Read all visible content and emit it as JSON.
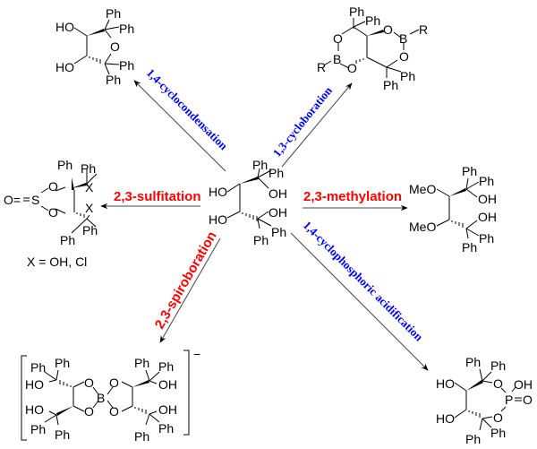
{
  "title": "Reaction scheme of tetraphenyl threitol diol derivatizations",
  "colors": {
    "red_label": "#ff0000",
    "blue_label": "#0000ff",
    "bond": "#000000",
    "arrow": "#444444"
  },
  "atoms": {
    "Ph": "Ph",
    "HO": "HO",
    "OH": "OH",
    "O": "O",
    "B": "B",
    "R": "R",
    "S": "S",
    "X": "X",
    "MeO": "MeO",
    "P": "P",
    "eqO": "O="
  },
  "reactions": [
    {
      "id": "cyclocondensation",
      "label": "1,4-cyclocondensation",
      "color": "blue"
    },
    {
      "id": "cycloboration",
      "label": "1,3-cycloboration",
      "color": "blue"
    },
    {
      "id": "sulfitation",
      "label": "2,3-sulfitation",
      "color": "red"
    },
    {
      "id": "methylation",
      "label": "2,3-methylation",
      "color": "red"
    },
    {
      "id": "spiroboration",
      "label": "2,3-spiroboration",
      "color": "red"
    },
    {
      "id": "cyclophosphoric",
      "label": "1,4-cyclophosphoric acidification",
      "color": "blue"
    }
  ],
  "notes": {
    "sulfite_x": "X = OH, Cl",
    "spiroborate_charge": "−",
    "phosphate_oxo": "=O"
  }
}
